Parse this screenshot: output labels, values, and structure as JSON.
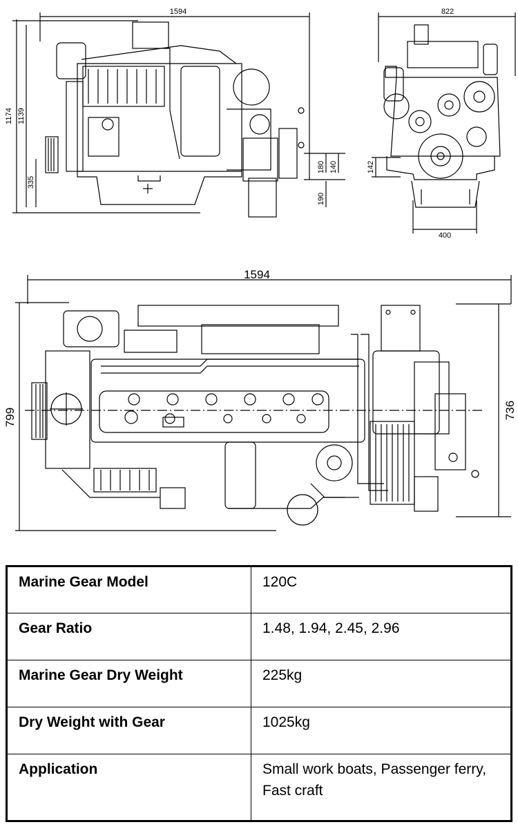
{
  "dimensions": {
    "side_length": "1594",
    "side_height_total": "1174",
    "side_height_inner": "1139",
    "side_base": "335",
    "side_flange_a": "180",
    "side_flange_b": "140",
    "side_flange_c": "190",
    "front_width": "822",
    "front_height": "142",
    "front_base_width": "400",
    "top_length": "1594",
    "top_width_total": "799",
    "top_width_inner": "736"
  },
  "specs": [
    {
      "label": "Marine Gear Model",
      "value": "120C"
    },
    {
      "label": "Gear Ratio",
      "value": "1.48, 1.94, 2.45, 2.96"
    },
    {
      "label": "Marine Gear Dry Weight",
      "value": "225kg"
    },
    {
      "label": "Dry Weight with Gear",
      "value": "1025kg"
    },
    {
      "label": "Application",
      "value": "Small work boats, Passenger ferry, Fast craft"
    }
  ]
}
